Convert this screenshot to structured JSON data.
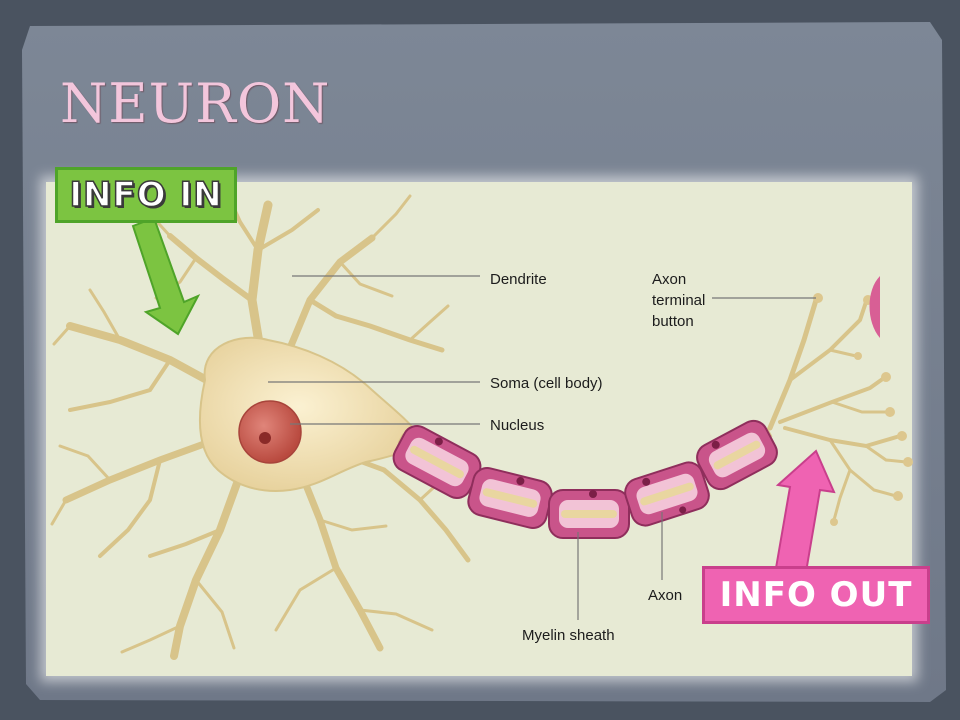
{
  "slide": {
    "title": "NEURON",
    "info_in": "INFO IN",
    "info_out": "INFO OUT"
  },
  "diagram": {
    "labels": {
      "dendrite": "Dendrite",
      "axon_terminal_line1": "Axon",
      "axon_terminal_line2": "terminal",
      "axon_terminal_line3": "button",
      "soma": "Soma (cell body)",
      "nucleus": "Nucleus",
      "axon": "Axon",
      "myelin": "Myelin sheath"
    }
  },
  "colors": {
    "background": "#4f5866",
    "panel": "#e7ead4",
    "cell_body": "#efe0b2",
    "dendrite": "#d8c48a",
    "nucleus": "#c85b4c",
    "myelin": "#c9548a",
    "info_in": "#7cc441",
    "info_out": "#ef63b2"
  }
}
